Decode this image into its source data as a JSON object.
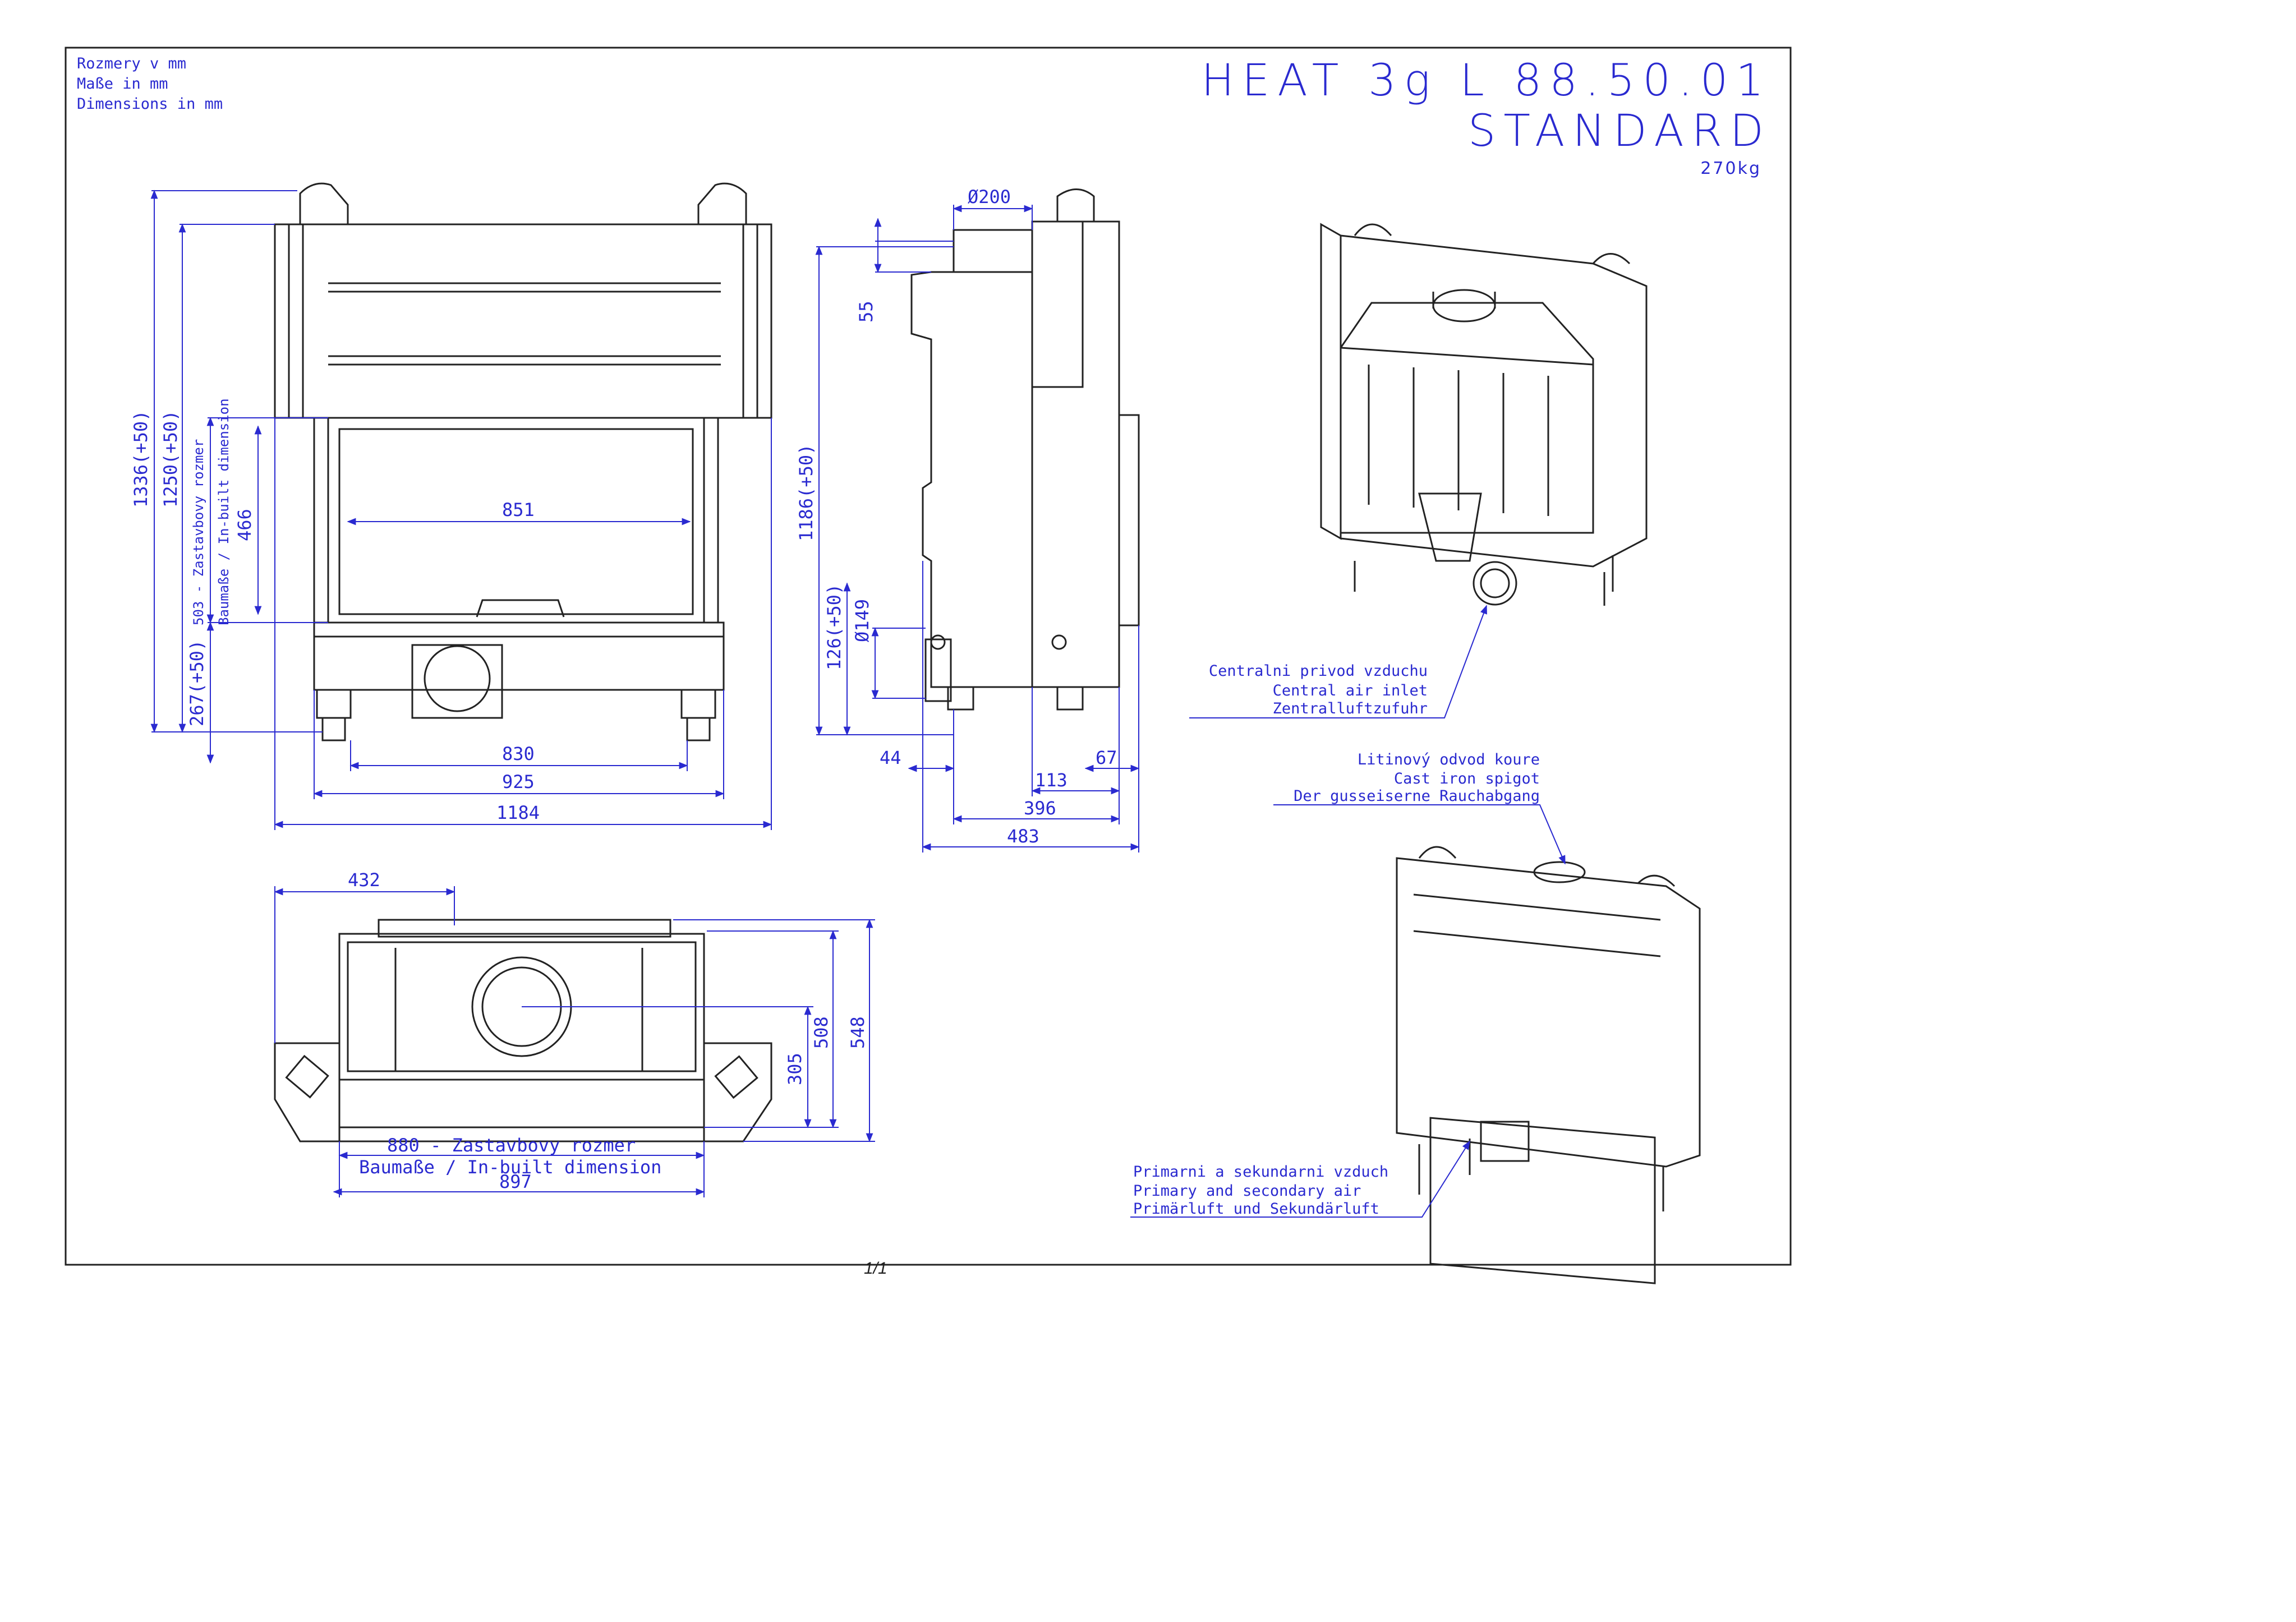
{
  "units_note": [
    "Rozmery v mm",
    "Maße in mm",
    "Dimensions in mm"
  ],
  "title": {
    "model": "HEAT 3g L 88.50.01",
    "variant": "STANDARD",
    "weight": "270kg"
  },
  "front_view": {
    "dim_height_total": "1336(+50)",
    "dim_height_frame": "1250(+50)",
    "dim_builtin": "503 - Zastavbovy rozmer",
    "dim_builtin_de_en": "Baumaße / In-built dimension",
    "dim_glass_height": "466",
    "dim_glass_width": "851",
    "dim_leg_height": "267(+50)",
    "dim_830": "830",
    "dim_925": "925",
    "dim_1184": "1184"
  },
  "side_view": {
    "dim_flue_diameter": "Ø200",
    "dim_55": "55",
    "dim_height": "1186(+50)",
    "dim_inlet_height": "126(+50)",
    "dim_inlet_diameter": "Ø149",
    "dim_44": "44",
    "dim_67": "67",
    "dim_113": "113",
    "dim_396": "396",
    "dim_483": "483"
  },
  "top_view": {
    "dim_432": "432",
    "dim_305": "305",
    "dim_508": "508",
    "dim_548": "548",
    "dim_880": "880 - Zastavbovy rozmer",
    "dim_880_de_en": "Baumaße / In-built dimension",
    "dim_897": "897"
  },
  "callouts": {
    "central_air": [
      "Centralni privod vzduchu",
      "Central air inlet",
      "Zentralluftzufuhr"
    ],
    "spigot": [
      "Litinový odvod koure",
      "Cast iron spigot",
      "Der gusseiserne Rauchabgang"
    ],
    "primary_air": [
      "Primarni a sekundarni vzduch",
      "Primary and secondary air",
      "Primärluft und Sekundärluft"
    ]
  },
  "page_number": "1/1",
  "colors": {
    "line": "#222222",
    "dimension": "#2a2ad0",
    "background": "#ffffff"
  }
}
